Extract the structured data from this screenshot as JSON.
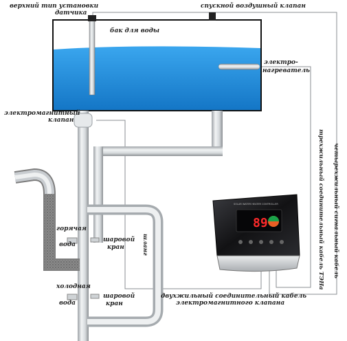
{
  "labels": {
    "sensor_top": "верхний тип установки",
    "sensor_top_2": "датчика",
    "air_valve": "спускной воздушный клапан",
    "tank": "бак для воды",
    "heater": "электро-",
    "heater_2": "нагреватель",
    "solenoid": "электромагнитный",
    "solenoid_2": "клапан",
    "hot": "горячая",
    "hot_2": "вода",
    "ball_valve_1": "шаровой",
    "ball_valve_1b": "кран",
    "hose": "шланг",
    "cold": "холодная",
    "cold_2": "вода",
    "ball_valve_2": "шаровой",
    "ball_valve_2b": "кран",
    "two_wire_cable": "двухжильный соединительный кабель",
    "two_wire_cable_2": "электромагнитного клапана",
    "four_wire_cable": "четырехжильный сигнальный кабель",
    "three_wire_cable": "трехжильный соединительный кабель ТЭНа"
  },
  "controller": {
    "display_digits": "89",
    "brand_text": "SOLAR WATER HEATER CONTROLLER"
  },
  "colors": {
    "water": "#1e8fe0",
    "pipe": "#d9dde0",
    "pipe_edge": "#8e9296",
    "controller_body": "#1b1b1e",
    "display_red": "#ff2a2a"
  }
}
